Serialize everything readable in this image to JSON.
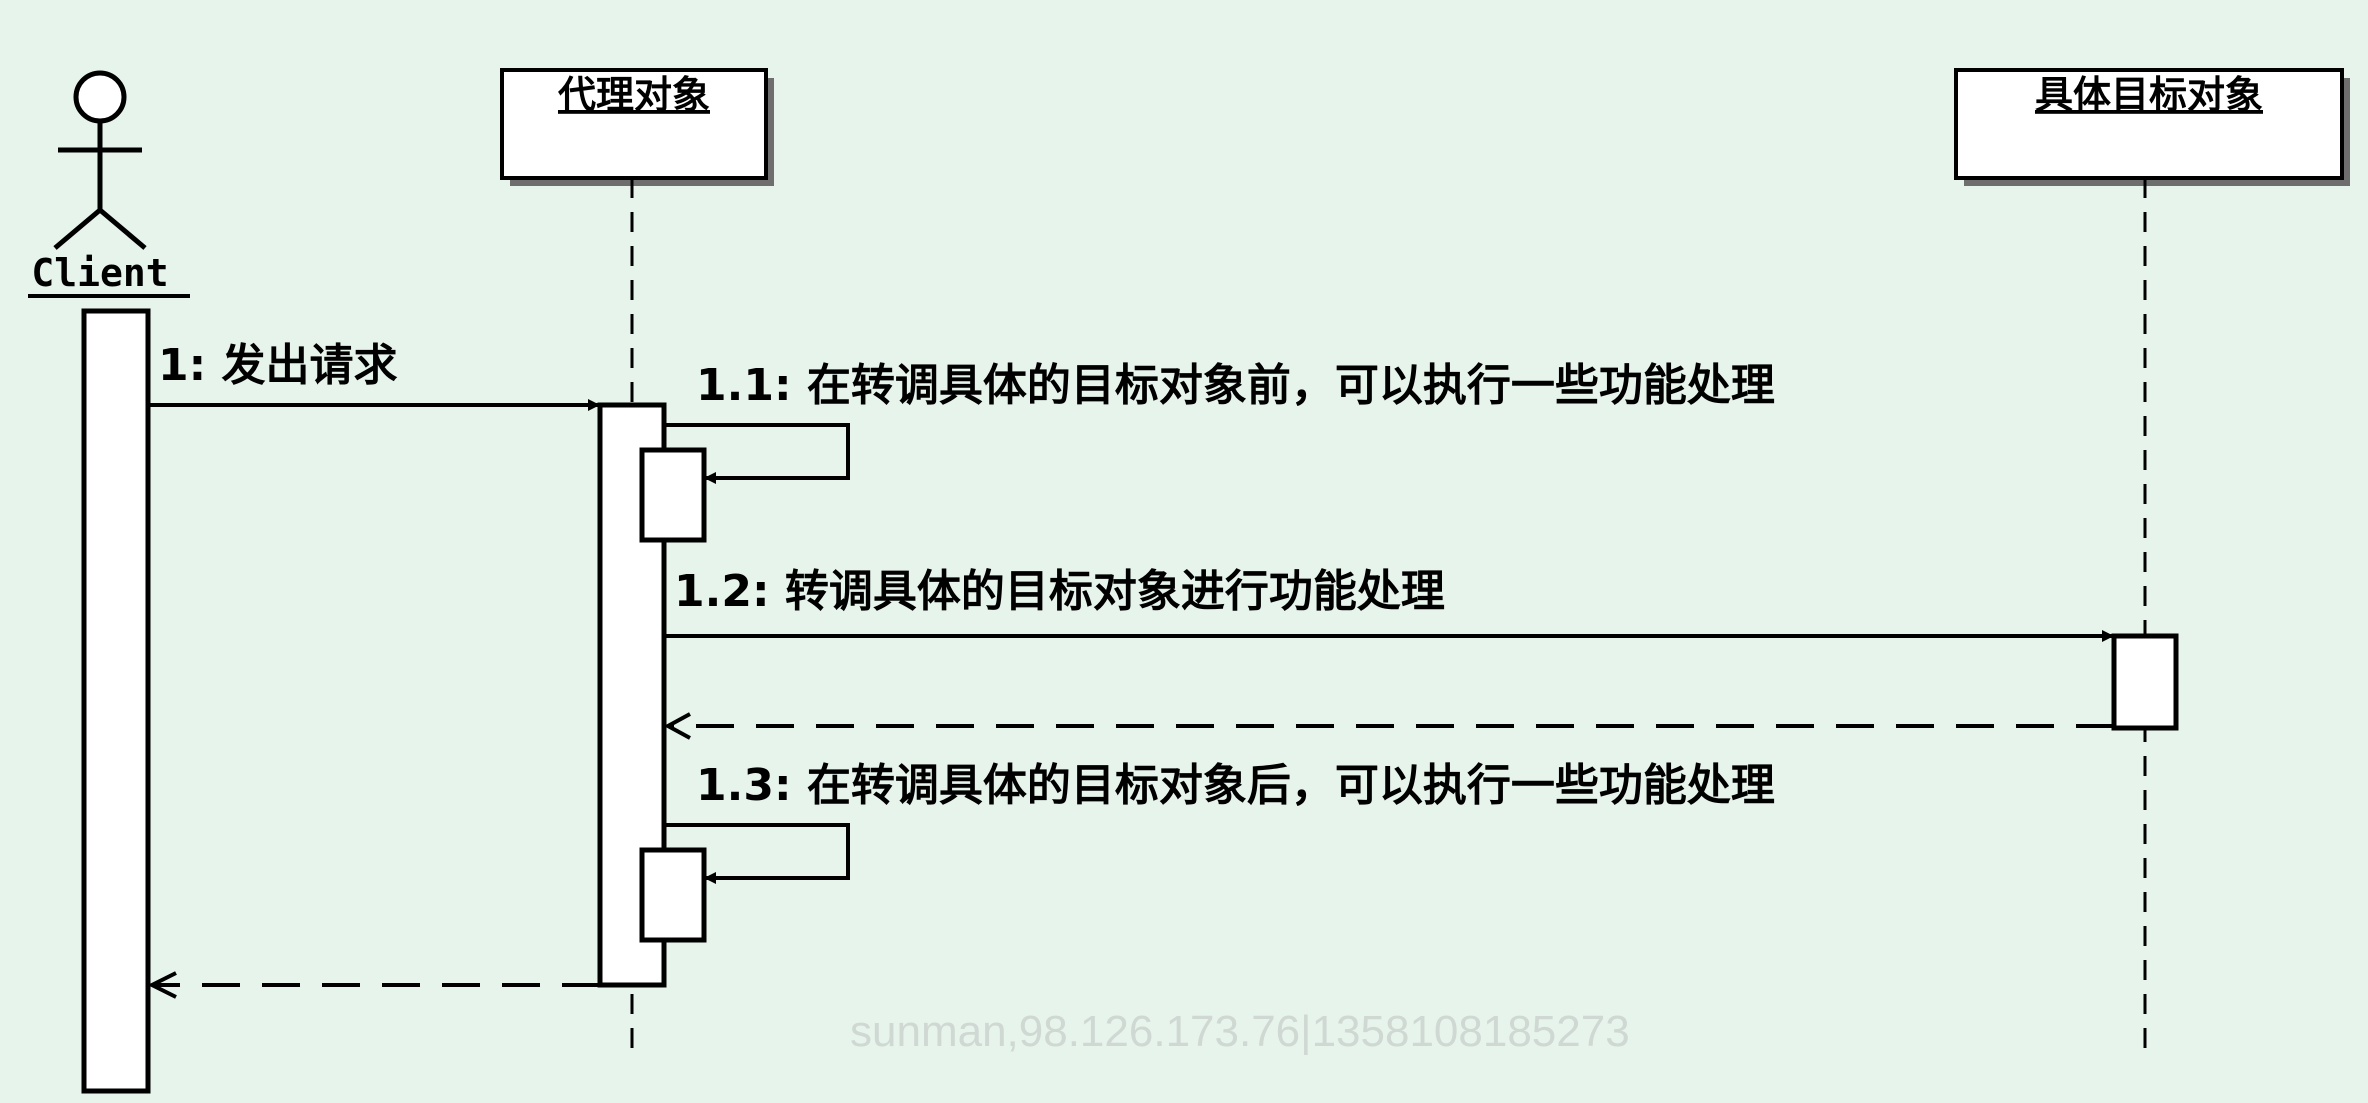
{
  "diagram": {
    "actor": {
      "name": "Client"
    },
    "lifelines": [
      {
        "id": "proxy",
        "name": "代理对象"
      },
      {
        "id": "target",
        "name": "具体目标对象"
      }
    ],
    "messages": [
      {
        "id": "m1",
        "text": "1: 发出请求"
      },
      {
        "id": "m11",
        "text": "1.1: 在转调具体的目标对象前，可以执行一些功能处理"
      },
      {
        "id": "m12",
        "text": "1.2: 转调具体的目标对象进行功能处理"
      },
      {
        "id": "m13",
        "text": "1.3: 在转调具体的目标对象后，可以执行一些功能处理"
      }
    ],
    "watermark": "sunman,98.126.173.76|1358108185273"
  }
}
